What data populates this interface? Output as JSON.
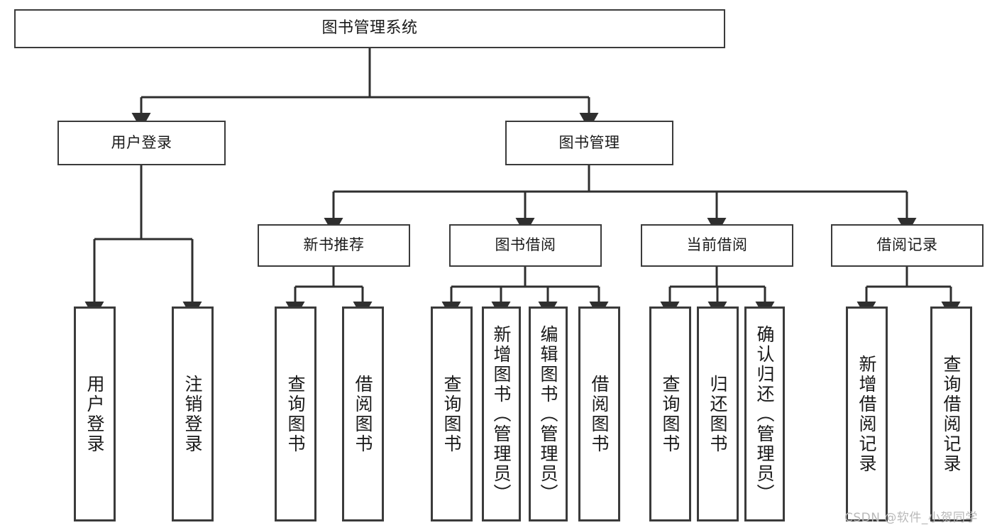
{
  "diagram": {
    "title": "图书管理系统",
    "type": "hierarchy-tree",
    "watermark": "CSDN @软件_小贺同学",
    "colors": {
      "stroke": "#3b3b3b",
      "fill": "#ffffff",
      "text": "#1a1a1a",
      "watermark": "#b9b9b9"
    },
    "levels": {
      "root": {
        "label": "图书管理系统"
      },
      "level2": [
        {
          "label": "用户登录"
        },
        {
          "label": "图书管理"
        }
      ],
      "level3": [
        {
          "label": "新书推荐"
        },
        {
          "label": "图书借阅"
        },
        {
          "label": "当前借阅"
        },
        {
          "label": "借阅记录"
        }
      ],
      "level4": [
        {
          "label": "用户登录",
          "parent": "用户登录"
        },
        {
          "label": "注销登录",
          "parent": "用户登录"
        },
        {
          "label": "查询图书",
          "parent": "新书推荐"
        },
        {
          "label": "借阅图书",
          "parent": "新书推荐"
        },
        {
          "label": "查询图书",
          "parent": "图书借阅"
        },
        {
          "label": "新增图书（管理员）",
          "parent": "图书借阅"
        },
        {
          "label": "编辑图书（管理员）",
          "parent": "图书借阅"
        },
        {
          "label": "借阅图书",
          "parent": "图书借阅"
        },
        {
          "label": "查询图书",
          "parent": "当前借阅"
        },
        {
          "label": "归还图书",
          "parent": "当前借阅"
        },
        {
          "label": "确认归还（管理员）",
          "parent": "当前借阅"
        },
        {
          "label": "新增借阅记录",
          "parent": "借阅记录"
        },
        {
          "label": "查询借阅记录",
          "parent": "借阅记录"
        }
      ]
    }
  }
}
